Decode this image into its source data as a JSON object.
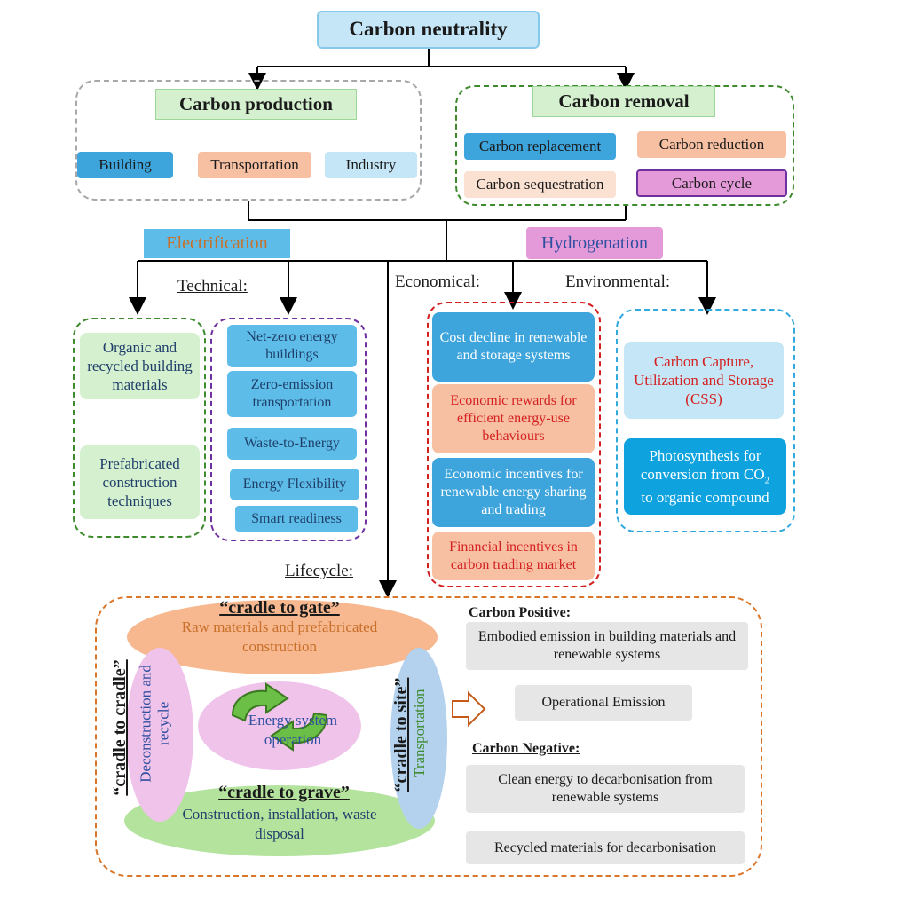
{
  "top": {
    "title": "Carbon neutrality"
  },
  "production": {
    "title": "Carbon production",
    "items": [
      "Building",
      "Transportation",
      "Industry"
    ]
  },
  "removal": {
    "title": "Carbon removal",
    "items": [
      "Carbon replacement",
      "Carbon reduction",
      "Carbon sequestration",
      "Carbon cycle"
    ]
  },
  "strategies": {
    "electrification": "Electrification",
    "hydrogenation": "Hydrogenation"
  },
  "headings": {
    "technical": "Technical:",
    "economical": "Economical:",
    "environmental": "Environmental:",
    "lifecycle": "Lifecycle:"
  },
  "materials": [
    "Organic and recycled building materials",
    "Prefabricated construction techniques"
  ],
  "technical_items": [
    "Net-zero energy buildings",
    "Zero-emission transportation",
    "Waste-to-Energy",
    "Energy Flexibility",
    "Smart readiness"
  ],
  "economical_items": [
    "Cost decline in renewable and storage systems",
    "Economic rewards for efficient energy-use behaviours",
    "Economic incentives for renewable energy sharing and trading",
    "Financial incentives in carbon trading market"
  ],
  "environmental_items": {
    "ccs": "Carbon Capture, Utilization and Storage (CSS)",
    "photo_line1": "Photosynthesis for",
    "photo_line2a": "conversion from CO",
    "photo_sub": "2",
    "photo_line3": "to organic compound"
  },
  "lifecycle": {
    "cradle_to_gate": "“cradle to gate”",
    "gate_desc": "Raw materials and prefabricated construction",
    "cradle_to_cradle": "“cradle to cradle”",
    "cradle_desc": "Deconstruction and recycle",
    "cradle_to_site": "“cradle to site”",
    "site_desc": "Transportation",
    "cradle_to_grave": "“cradle to grave”",
    "grave_desc": "Construction, installation, waste disposal",
    "center": "Energy system operation"
  },
  "emissions": {
    "positive_title": "Carbon Positive:",
    "positive_items": [
      "Embodied emission in building materials and renewable systems",
      "Operational Emission"
    ],
    "negative_title": "Carbon Negative:",
    "negative_items": [
      "Clean energy to decarbonisation from renewable systems",
      "Recycled materials for decarbonisation"
    ]
  },
  "colors": {
    "light_blue": "#c5e6f6",
    "blue": "#3da4dc",
    "mid_blue": "#5dbde8",
    "peach": "#f7c0a3",
    "light_green": "#d4f0cf",
    "pink": "#e49ad9",
    "grey": "#e6e6e6",
    "red_text": "#d42020",
    "orange_text": "#c8702a",
    "purple": "#7030a0",
    "green_frame": "#3d8b2d",
    "red_frame": "#d41f1f",
    "cyan_frame": "#31a9df",
    "orange_frame": "#d9762a"
  }
}
